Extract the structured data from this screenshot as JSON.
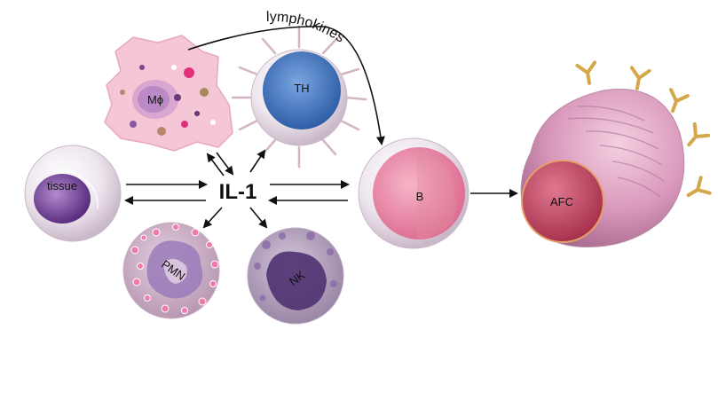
{
  "labels": {
    "center": "IL-1",
    "macrophage": "Mϕ",
    "helper_t": "TH",
    "tissue": "tissue",
    "neutrophil": "PMN",
    "natural_killer": "NK",
    "b_cell": "B",
    "plasma_cell": "AFC",
    "signal": "lymphokines"
  },
  "colors": {
    "macrophage": "#f2b8cc",
    "helper_t": "#4f7fc4",
    "tissue": "#7a4aa0",
    "neutrophil": "#e59ac4",
    "natural_killer": "#6a4a90",
    "b_cell": "#e8789c",
    "plasma_cell": "#c0506a",
    "antibody": "#d4a84a",
    "arrow": "#111111"
  }
}
